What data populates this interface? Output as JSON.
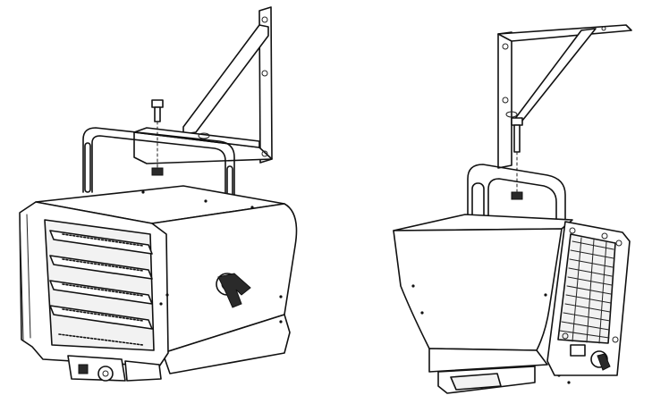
{
  "figure": {
    "background": "#ffffff",
    "stroke_color": "#111111",
    "views": [
      {
        "id": "front-view",
        "icons": [
          "heater-body",
          "wall-bracket",
          "mounting-bolt",
          "louvers",
          "control-panel",
          "wing-knob"
        ]
      },
      {
        "id": "rear-view",
        "icons": [
          "heater-body",
          "wall-bracket",
          "mounting-bolt",
          "rear-grille",
          "yoke-handle"
        ]
      }
    ]
  }
}
